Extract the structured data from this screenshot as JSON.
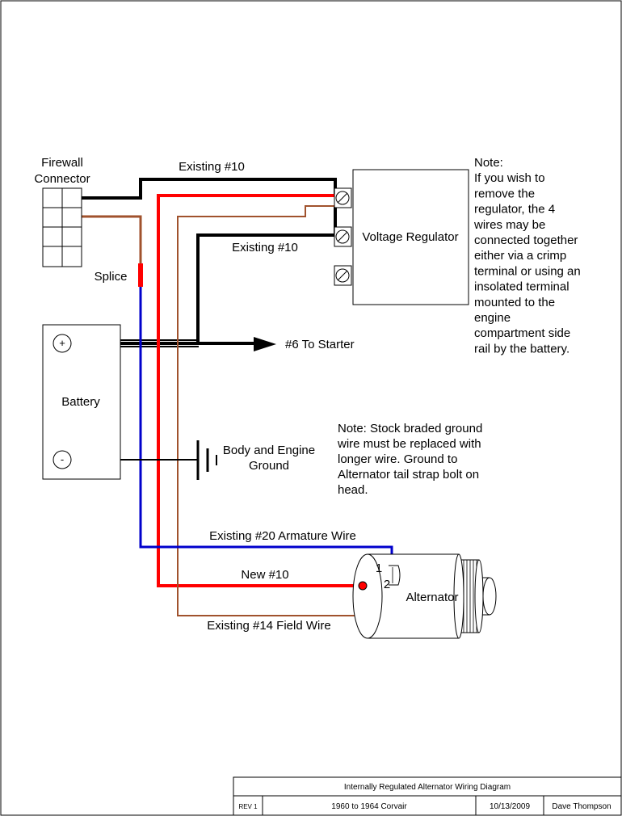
{
  "colors": {
    "black_wire": "#000000",
    "red_wire": "#ff0000",
    "brown_wire": "#a0522d",
    "blue_wire": "#0000cc",
    "splice": "#ff0000"
  },
  "components": {
    "firewall_connector": {
      "line1": "Firewall",
      "line2": "Connector"
    },
    "voltage_regulator": "Voltage Regulator",
    "battery": {
      "label": "Battery",
      "positive": "+",
      "negative": "-"
    },
    "alternator": {
      "label": "Alternator",
      "terminal1": "1",
      "terminal2": "2"
    },
    "ground": {
      "line1": "Body and Engine",
      "line2": "Ground"
    },
    "splice": "Splice"
  },
  "wire_labels": {
    "existing10_top": "Existing #10",
    "existing10_mid": "Existing #10",
    "starter": "#6 To Starter",
    "armature": "Existing #20 Armature Wire",
    "new10": "New #10",
    "field": "Existing #14 Field Wire"
  },
  "notes": {
    "regulator_note": [
      "Note:",
      "If you wish to",
      "remove the",
      "regulator, the 4",
      "wires may be",
      "connected together",
      "either via a crimp",
      "terminal or using an",
      "insolated terminal",
      "mounted to the",
      "engine",
      "compartment side",
      "rail by the battery."
    ],
    "ground_note": [
      "Note: Stock braded ground",
      "wire must be replaced with",
      "longer wire. Ground to",
      "Alternator tail strap bolt on",
      "head."
    ]
  },
  "title_block": {
    "title": "Internally Regulated Alternator Wiring Diagram",
    "rev": "REV 1",
    "subtitle": "1960 to 1964 Corvair",
    "date": "10/13/2009",
    "author": "Dave Thompson"
  }
}
